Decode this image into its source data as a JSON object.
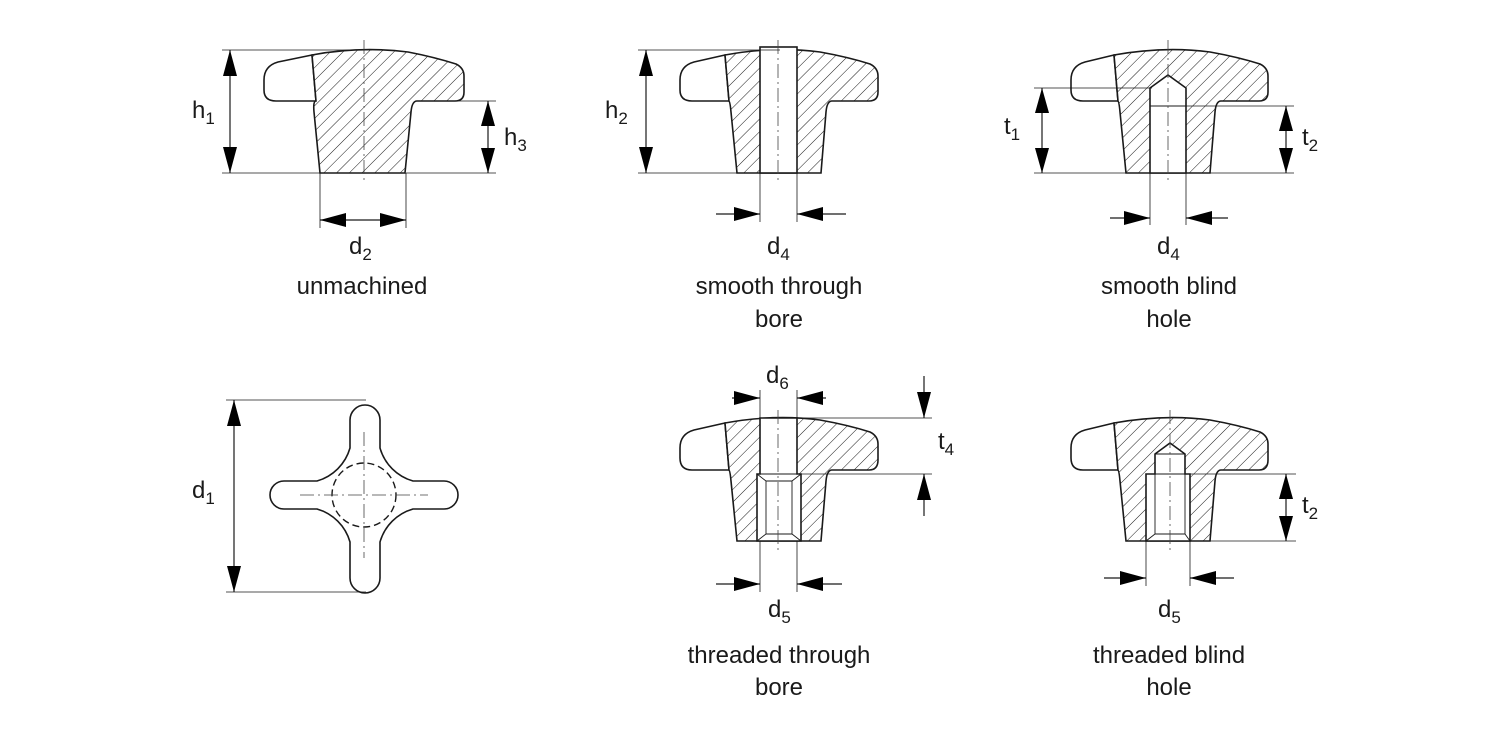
{
  "views": [
    {
      "caption_lines": [
        "unmachined"
      ],
      "dims": [
        {
          "base": "h",
          "sub": "1"
        },
        {
          "base": "h",
          "sub": "3"
        },
        {
          "base": "d",
          "sub": "2"
        }
      ]
    },
    {
      "caption_lines": [
        "smooth through",
        "bore"
      ],
      "dims": [
        {
          "base": "h",
          "sub": "2"
        },
        {
          "base": "d",
          "sub": "4"
        }
      ]
    },
    {
      "caption_lines": [
        "smooth blind",
        "hole"
      ],
      "dims": [
        {
          "base": "t",
          "sub": "1"
        },
        {
          "base": "t",
          "sub": "2"
        },
        {
          "base": "d",
          "sub": "4"
        }
      ]
    },
    {
      "caption_lines": [],
      "dims": [
        {
          "base": "d",
          "sub": "1"
        }
      ]
    },
    {
      "caption_lines": [
        "threaded through",
        "bore"
      ],
      "dims": [
        {
          "base": "d",
          "sub": "6"
        },
        {
          "base": "t",
          "sub": "4"
        },
        {
          "base": "d",
          "sub": "5"
        }
      ]
    },
    {
      "caption_lines": [
        "threaded blind",
        "hole"
      ],
      "dims": [
        {
          "base": "t",
          "sub": "2"
        },
        {
          "base": "d",
          "sub": "5"
        }
      ]
    }
  ]
}
